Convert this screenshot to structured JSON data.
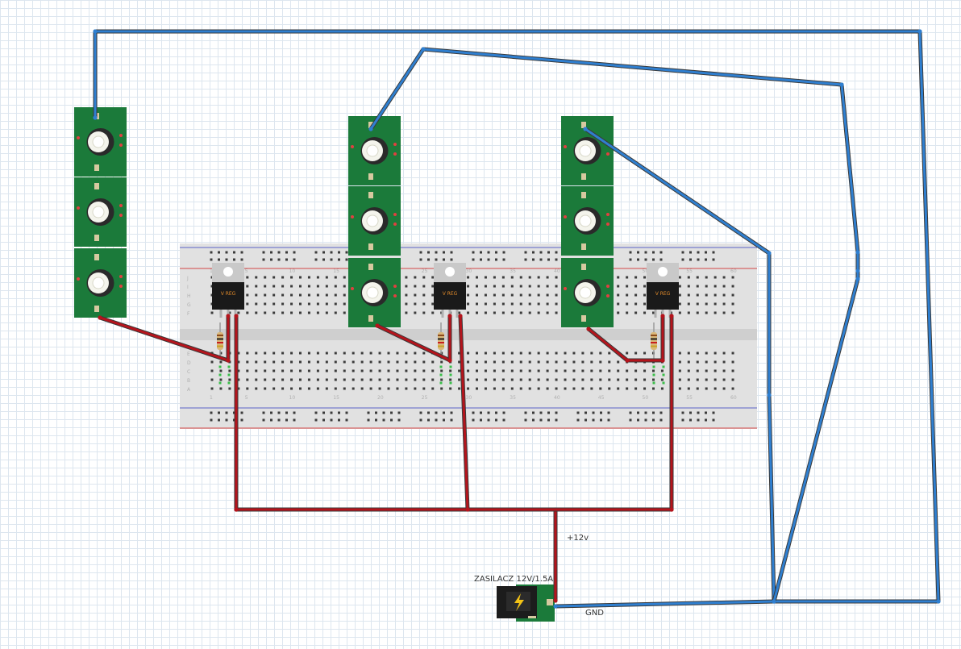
{
  "power_supply": {
    "label": "ZASILACZ 12V/1.5A"
  },
  "nets": {
    "positive_label": "+12v",
    "ground_label": "GND"
  },
  "regulator": {
    "marking": "V REG",
    "count": 3
  },
  "led_strips": {
    "count": 3,
    "leds_per_strip": 3
  },
  "breadboard": {
    "row_letters_top": [
      "J",
      "I",
      "H",
      "G",
      "F"
    ],
    "row_letters_bottom": [
      "E",
      "D",
      "C",
      "B",
      "A"
    ],
    "column_numbers": [
      "1",
      "5",
      "10",
      "15",
      "20",
      "25",
      "30",
      "35",
      "40",
      "45",
      "50",
      "55",
      "60"
    ]
  },
  "colors": {
    "wire_red": "#b5141c",
    "wire_blue": "#2f7fd0",
    "pcb_green": "#1b7a3a",
    "breadboard": "#e1e1e1",
    "rail_red": "#d24848",
    "rail_blue": "#5a64c8"
  }
}
